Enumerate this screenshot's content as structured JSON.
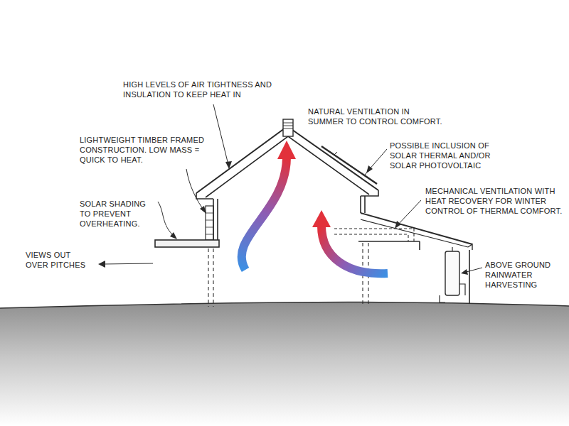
{
  "diagram": {
    "labels": [
      "HIGH LEVELS OF AIR TIGHTNESS AND INSULATION TO KEEP HEAT IN",
      "NATURAL VENTILATION IN SUMMER TO CONTROL COMFORT.",
      "LIGHTWEIGHT TIMBER FRAMED CONSTRUCTION. LOW MASS = QUICK TO HEAT.",
      "POSSIBLE INCLUSION OF SOLAR THERMAL AND/OR SOLAR PHOTOVOLTAIC",
      "SOLAR SHADING TO PREVENT OVERHEATING.",
      "MECHANICAL VENTILATION WITH HEAT RECOVERY FOR WINTER CONTROL OF THERMAL COMFORT.",
      "VIEWS OUT OVER PITCHES",
      "ABOVE GROUND RAINWATER HARVESTING"
    ]
  }
}
